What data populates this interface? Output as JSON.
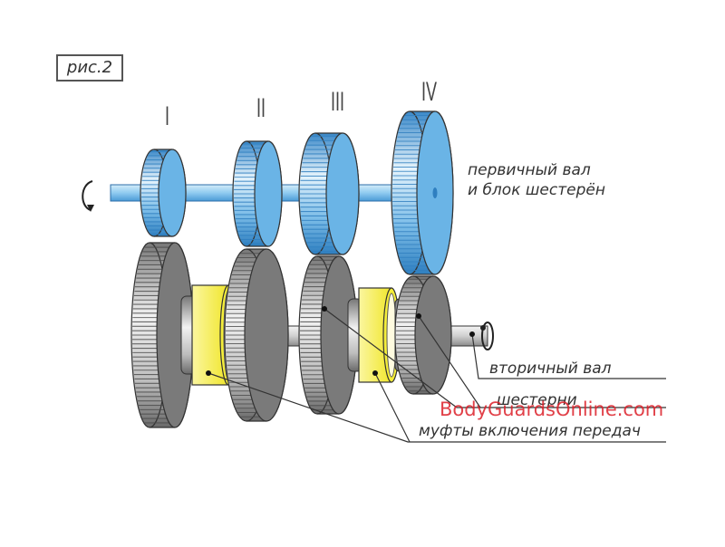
{
  "figure_label": "рис.2",
  "gear_positions": [
    "I",
    "II",
    "III",
    "IV"
  ],
  "labels": {
    "primary_shaft_line1": "первичный вал",
    "primary_shaft_line2": "и блок шестерён",
    "secondary_shaft": "вторичный вал",
    "gears": "шестерни",
    "clutches": "муфты включения передач"
  },
  "watermark": "BodyGuardsOnline.com",
  "colors": {
    "primary_gear": "#6ab4e6",
    "primary_gear_dark": "#2f7fc0",
    "secondary_gear": "#7a7a7a",
    "secondary_gear_light": "#d8d8d8",
    "clutch": "#f2ea3a",
    "shaft_primary": "#8fcbf0",
    "shaft_secondary": "#d0d0d0",
    "watermark": "#dc1e28"
  }
}
